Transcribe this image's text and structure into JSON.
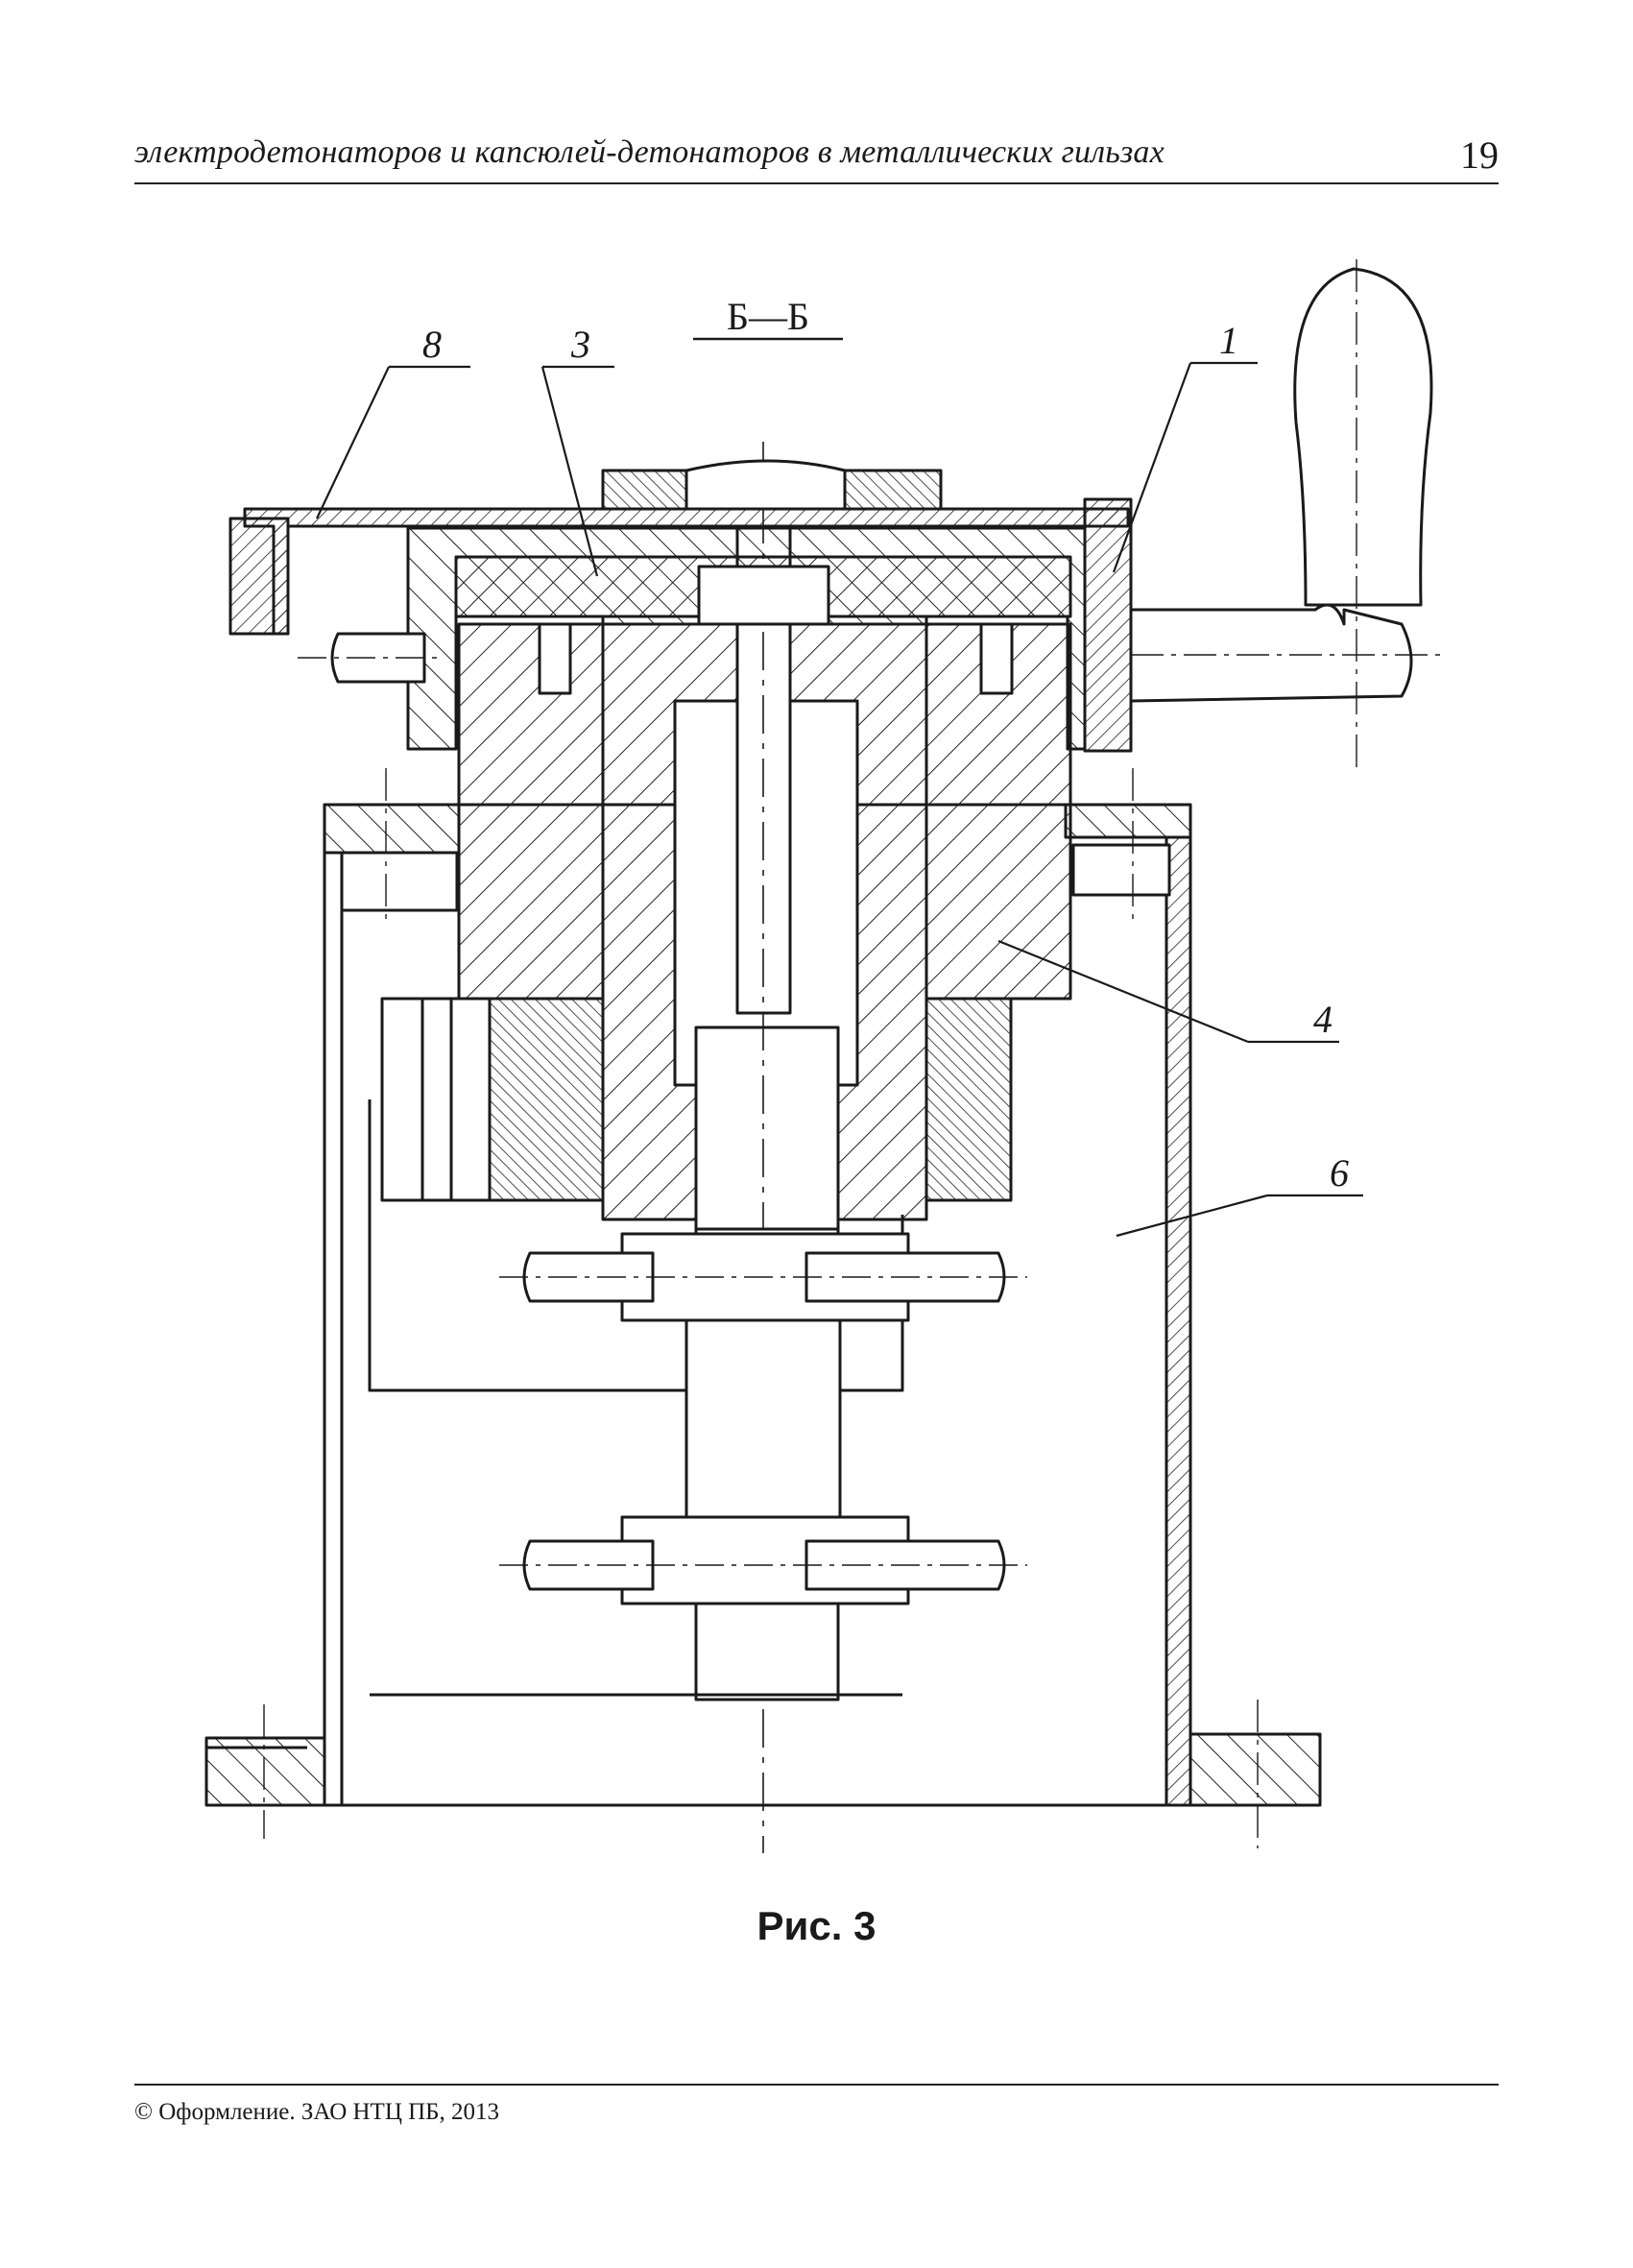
{
  "header": {
    "title": "электродетонаторов и капсюлей-детонаторов в металлических гильзах",
    "page_number": "19"
  },
  "figure": {
    "section_label": "Б—Б",
    "callouts": [
      "8",
      "3",
      "1",
      "4",
      "6"
    ],
    "caption": "Рис. 3"
  },
  "footer": {
    "copyright": "© Оформление. ЗАО НТЦ ПБ, 2013"
  }
}
